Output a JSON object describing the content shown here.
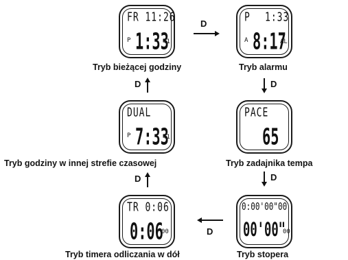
{
  "screens": {
    "current_time": {
      "top": "FR 11:26",
      "indicator": "P",
      "main": "1:33",
      "sub": "41"
    },
    "alarm": {
      "top_left": "P",
      "top_right": "1:33",
      "indicator": "A",
      "main": "8:17",
      "sub": "AL"
    },
    "dual_time": {
      "top": "DUAL",
      "indicator": "P",
      "main": "7:33",
      "sub": "41"
    },
    "pace": {
      "top": "PACE",
      "main": "65"
    },
    "countdown_timer": {
      "top": "TR 0:06",
      "main": "0:06",
      "sub": "00"
    },
    "stopwatch": {
      "top": "0:00'00\"00",
      "main": "00'00\"",
      "sub": "00"
    }
  },
  "captions": {
    "current_time": "Tryb bieżącej godziny",
    "alarm": "Tryb alarmu",
    "dual_time": "Tryb godziny w innej strefie czasowej",
    "pace": "Tryb zadajnika tempa",
    "countdown_timer": "Tryb timera odliczania w dół",
    "stopwatch": "Tryb stopera"
  },
  "arrow_key": "D"
}
